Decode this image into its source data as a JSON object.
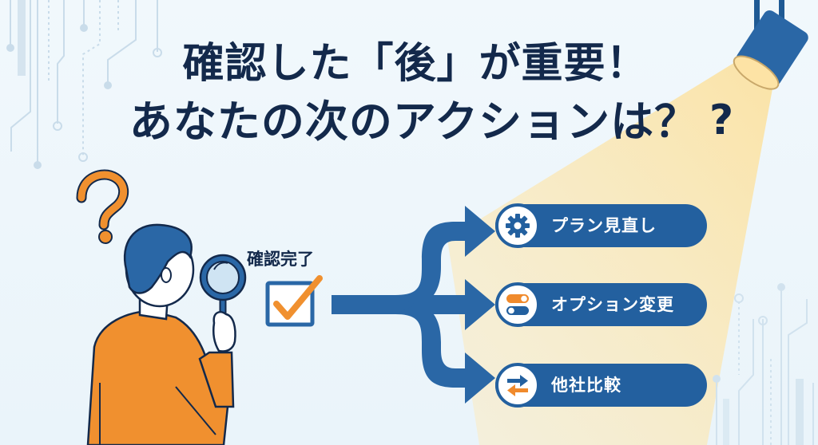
{
  "title": {
    "line1": "確認した「後」が重要！",
    "line2": "あなたの次のアクションは？"
  },
  "confirmation": {
    "label": "確認完了",
    "icon": "checkbox-checked-icon"
  },
  "actions": [
    {
      "label": "プラン見直し",
      "icon": "gear-icon"
    },
    {
      "label": "オプション変更",
      "icon": "toggle-switch-icon"
    },
    {
      "label": "他社比較",
      "icon": "swap-arrows-icon"
    }
  ],
  "decorations": {
    "question_mark_left": "?",
    "question_mark_right": "?",
    "spotlight": "spotlight-icon",
    "person": "person-with-magnifier-illustration"
  },
  "colors": {
    "navy_text": "#13294b",
    "primary_blue": "#23609f",
    "accent_orange": "#f08a2c",
    "spotlight_yellow": "#fbe7b0",
    "background": "#eef6fb"
  }
}
